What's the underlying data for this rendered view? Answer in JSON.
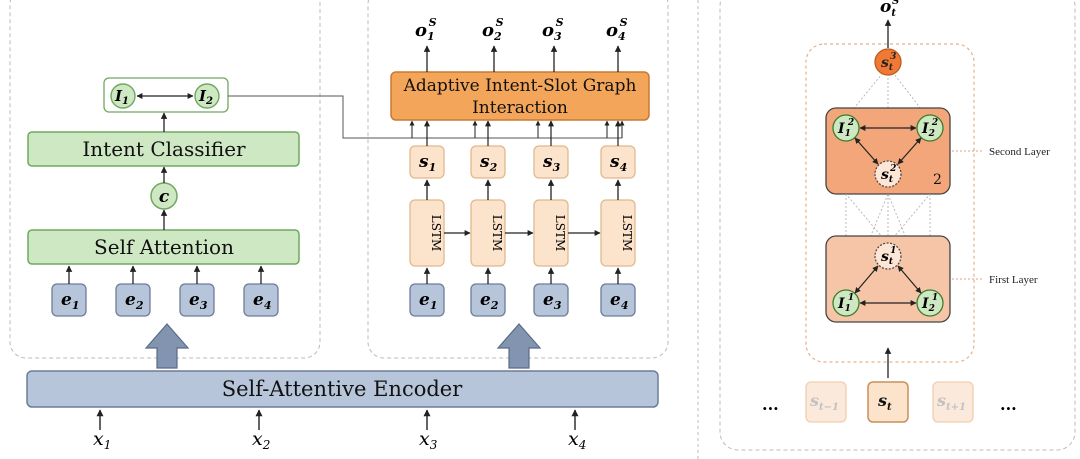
{
  "encoder": {
    "label": "Self-Attentive Encoder"
  },
  "inputs": [
    {
      "base": "x",
      "sub": "1"
    },
    {
      "base": "x",
      "sub": "2"
    },
    {
      "base": "x",
      "sub": "3"
    },
    {
      "base": "x",
      "sub": "4"
    }
  ],
  "intent_branch": {
    "embeddings": [
      {
        "base": "e",
        "sub": "1"
      },
      {
        "base": "e",
        "sub": "2"
      },
      {
        "base": "e",
        "sub": "3"
      },
      {
        "base": "e",
        "sub": "4"
      }
    ],
    "self_attention": "Self Attention",
    "context_node": "c",
    "intent_classifier": "Intent Classifier",
    "intents": [
      {
        "base": "I",
        "sub": "1"
      },
      {
        "base": "I",
        "sub": "2"
      }
    ]
  },
  "slot_branch": {
    "embeddings": [
      {
        "base": "e",
        "sub": "1"
      },
      {
        "base": "e",
        "sub": "2"
      },
      {
        "base": "e",
        "sub": "3"
      },
      {
        "base": "e",
        "sub": "4"
      }
    ],
    "lstm_label": "LSTM",
    "slots": [
      {
        "base": "s",
        "sub": "1"
      },
      {
        "base": "s",
        "sub": "2"
      },
      {
        "base": "s",
        "sub": "3"
      },
      {
        "base": "s",
        "sub": "4"
      }
    ],
    "graph_label_line1": "Adaptive Intent-Slot Graph",
    "graph_label_line2": "Interaction",
    "outputs": [
      {
        "base": "o",
        "sub": "1",
        "sup": "S"
      },
      {
        "base": "o",
        "sub": "2",
        "sup": "S"
      },
      {
        "base": "o",
        "sub": "3",
        "sup": "S"
      },
      {
        "base": "o",
        "sub": "4",
        "sup": "S"
      }
    ]
  },
  "graph_detail": {
    "output": {
      "base": "o",
      "sub": "t",
      "sup": "S"
    },
    "top_node": {
      "base": "s",
      "sub": "t",
      "sup": "3"
    },
    "second_layer": {
      "label": "Second Layer",
      "number": "2",
      "intent_left": {
        "base": "I",
        "sub": "1",
        "sup": "2"
      },
      "intent_right": {
        "base": "I",
        "sub": "2",
        "sup": "2"
      },
      "slot": {
        "base": "s",
        "sub": "t",
        "sup": "2"
      }
    },
    "first_layer": {
      "label": "First Layer",
      "slot": {
        "base": "s",
        "sub": "t",
        "sup": "1"
      },
      "intent_left": {
        "base": "I",
        "sub": "1",
        "sup": "1"
      },
      "intent_right": {
        "base": "I",
        "sub": "2",
        "sup": "1"
      }
    },
    "sequence": {
      "ellipsis": "...",
      "prev": {
        "base": "s",
        "sub": "t−1"
      },
      "current": {
        "base": "s",
        "sub": "t"
      },
      "next": {
        "base": "s",
        "sub": "t+1"
      }
    }
  },
  "colors": {
    "green_fill": "#cfe8c4",
    "green_stroke": "#6fa860",
    "blue_fill": "#b7c5db",
    "blue_stroke": "#6c7d99",
    "peach_fill": "#fbe3cc",
    "peach_stroke": "#e0b98e",
    "orange_fill": "#f3a65a",
    "orange_stroke": "#c87a30",
    "deep_orange_fill": "#f07a35",
    "layer2_fill": "#f2a679",
    "layer1_fill": "#f6c5a8"
  }
}
